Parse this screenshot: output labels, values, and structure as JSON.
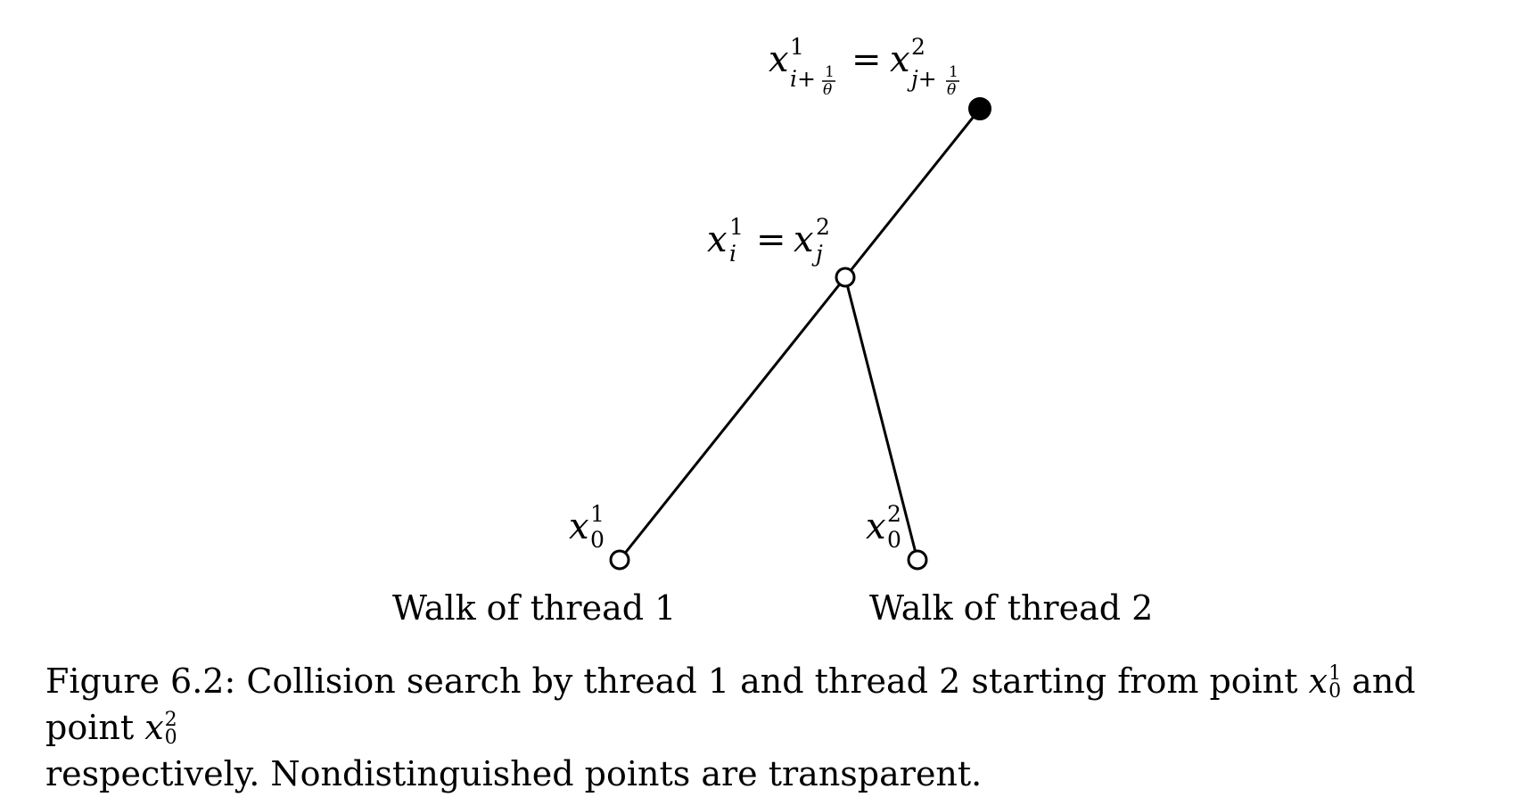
{
  "diagram": {
    "nodes": {
      "start1": {
        "label_base": "x",
        "label_sup": "1",
        "label_sub": "0",
        "filled": false
      },
      "start2": {
        "label_base": "x",
        "label_sup": "2",
        "label_sub": "0",
        "filled": false
      },
      "collision": {
        "left": {
          "base": "x",
          "sup": "1",
          "sub": "i"
        },
        "eq": "=",
        "right": {
          "base": "x",
          "sup": "2",
          "sub": "j"
        },
        "filled": false
      },
      "distinguished": {
        "left": {
          "base": "x",
          "sup": "1",
          "sub_pre": "i+",
          "frac_num": "1",
          "frac_den": "θ"
        },
        "eq": "=",
        "right": {
          "base": "x",
          "sup": "2",
          "sub_pre": "j+",
          "frac_num": "1",
          "frac_den": "θ"
        },
        "filled": true
      }
    },
    "walk_labels": {
      "thread1": "Walk of thread 1",
      "thread2": "Walk of thread 2"
    },
    "colors": {
      "stroke": "#000000",
      "background": "#ffffff"
    }
  },
  "caption": {
    "text_before": "Figure 6.2: Collision search by thread 1 and thread 2 starting from point ",
    "p1": {
      "base": "x",
      "sup": "1",
      "sub": "0"
    },
    "text_mid": " and point ",
    "p2": {
      "base": "x",
      "sup": "2",
      "sub": "0"
    },
    "text_after": "respectively. Nondistinguished points are transparent."
  }
}
